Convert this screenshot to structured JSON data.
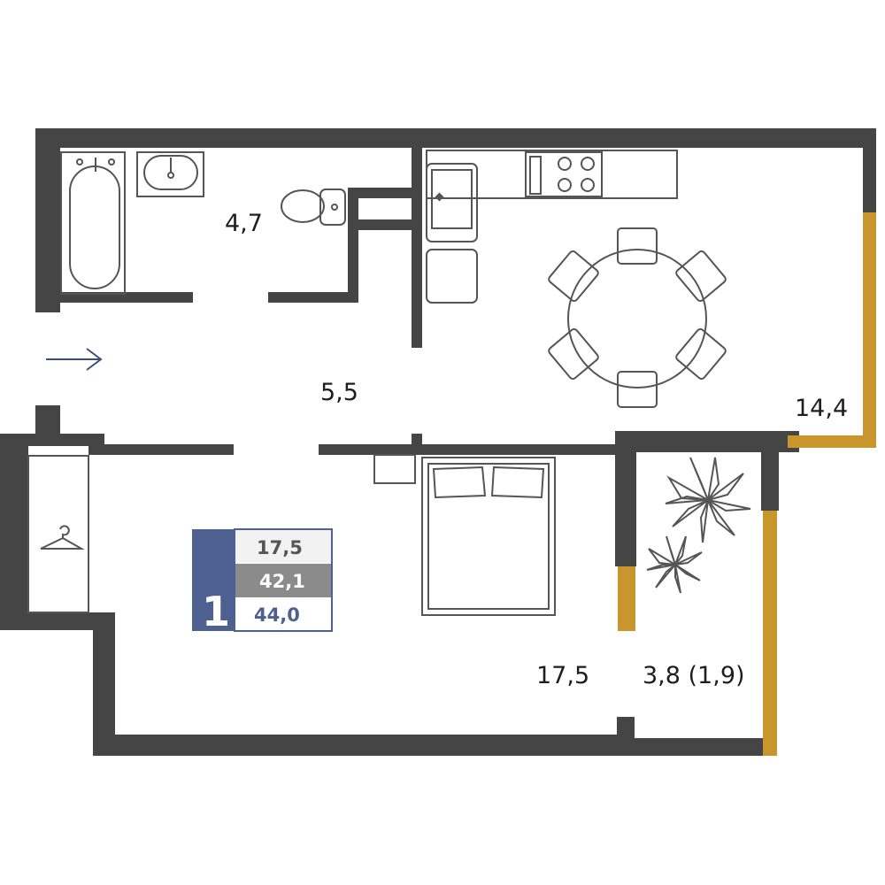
{
  "rooms": {
    "bathroom_area": "4,7",
    "hallway_area": "5,5",
    "kitchen_area": "14,4",
    "bedroom_area": "17,5",
    "balcony_area": "3,8 (1,9)"
  },
  "legend": {
    "rooms_count": "1",
    "living_area": "17,5",
    "net_area": "42,1",
    "total_area": "44,0"
  },
  "colors": {
    "wall": "#454545",
    "window": "#c9962d",
    "furniture_stroke": "#555555",
    "entrance_arrow": "#3c4f7a",
    "legend_blue": "#4d6090",
    "legend_gray": "#8b8b8b",
    "legend_light": "#f2f2f2"
  },
  "icons": {
    "entrance": "arrow-right-icon",
    "wardrobe": "hanger-icon",
    "plants": "plant-icon"
  }
}
